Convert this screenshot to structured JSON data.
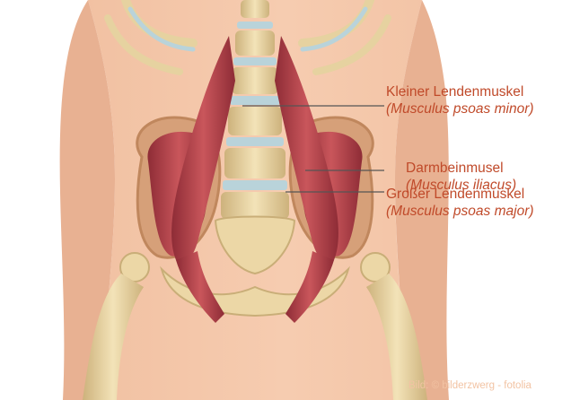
{
  "labels": [
    {
      "common": "Kleiner Lendenmuskel",
      "latin": "(Musculus psoas minor)"
    },
    {
      "common": "Darmbeinmusel",
      "latin": "(Musculus iliacus)"
    },
    {
      "common": "Großer Lendenmuskel",
      "latin": "(Musculus psoas major)"
    }
  ],
  "credit": "Bild: © bilderzwerg - fotolia",
  "colors": {
    "label_text": "#c04a2a",
    "skin": "#f0bea0",
    "muscle": "#b8424a",
    "bone": "#ecd7a6",
    "cartilage": "#b9d3da",
    "leader_line": "#555555",
    "credit_text": "#f2c3a3"
  }
}
